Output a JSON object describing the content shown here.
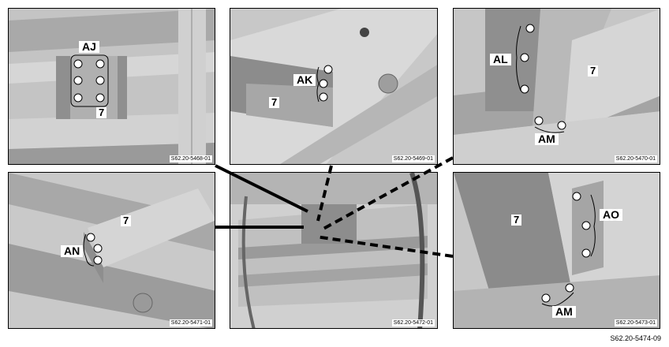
{
  "panels": {
    "aj": {
      "code": "S62.20-5468-01",
      "point_label": "AJ",
      "part_number": "7"
    },
    "ak": {
      "code": "S62.20-5469-01",
      "point_label": "AK",
      "part_number": "7"
    },
    "al": {
      "code": "S62.20-5470-01",
      "point_label_top": "AL",
      "point_label_bottom": "AM",
      "part_number": "7"
    },
    "an": {
      "code": "S62.20-5471-01",
      "point_label": "AN",
      "part_number": "7"
    },
    "overview": {
      "code": "S62.20-5472-01"
    },
    "ao": {
      "code": "S62.20-5473-01",
      "point_label_side": "AO",
      "point_label_bottom": "AM",
      "part_number": "7"
    }
  },
  "figure_code": "S62.20-5474-09",
  "colors": {
    "panel_bg": "#bdbdbd",
    "metal_light": "#d9d9d9",
    "metal_dark": "#7a7a7a",
    "line": "#000000"
  }
}
